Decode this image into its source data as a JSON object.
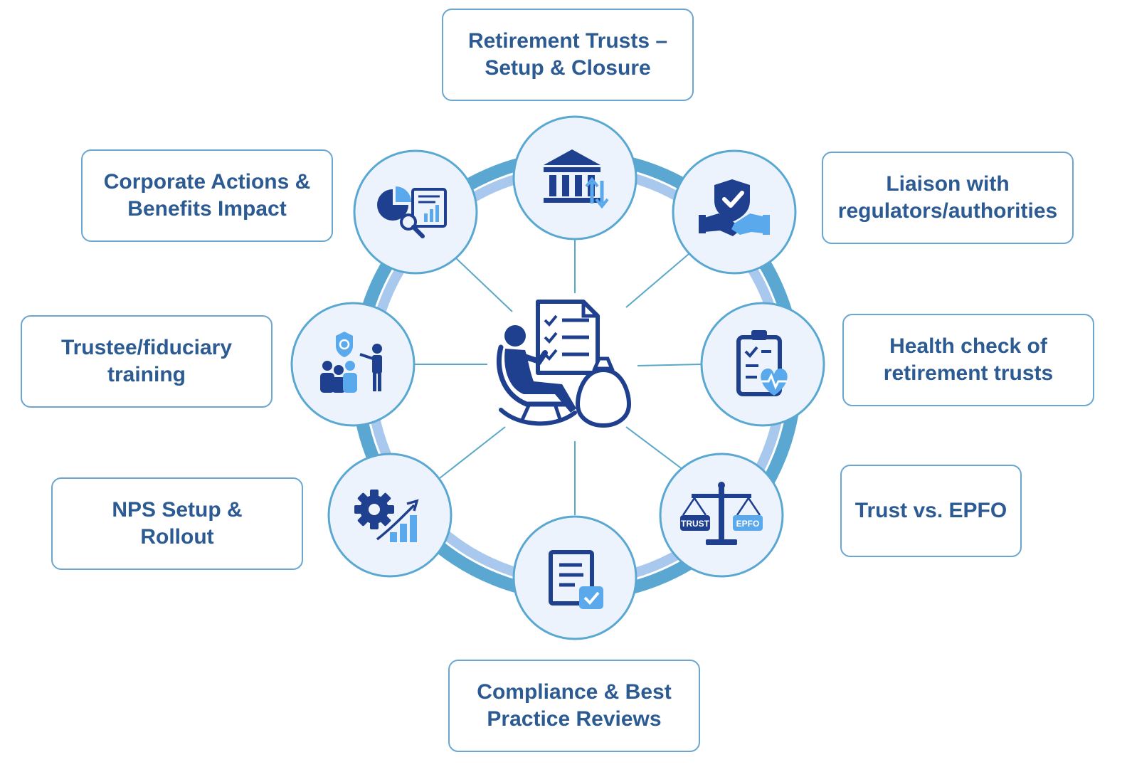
{
  "colors": {
    "ring_outer": "#5aa8d2",
    "ring_inner": "#a9c8ee",
    "node_fill": "#ecf3fd",
    "node_stroke": "#5aa8d2",
    "icon_dark": "#1f3f8f",
    "icon_light": "#5aa9ec",
    "label_text": "#2c5a92",
    "label_border": "#6aa6cf"
  },
  "center": {
    "icon": "retiree-checklist-icon"
  },
  "nodes": [
    {
      "id": "setup",
      "icon": "bank-building-icon",
      "label": [
        "Retirement Trusts –",
        "Setup & Closure"
      ]
    },
    {
      "id": "liaison",
      "icon": "shield-handshake-icon",
      "label": [
        "Liaison with",
        "regulators/authorities"
      ]
    },
    {
      "id": "health",
      "icon": "clipboard-heart-icon",
      "label": [
        "Health check of",
        "retirement trusts"
      ]
    },
    {
      "id": "trust-epfo",
      "icon": "balance-scale-icon",
      "label": [
        "Trust vs. EPFO"
      ],
      "scale_left": "TRUST",
      "scale_right": "EPFO"
    },
    {
      "id": "compliance",
      "icon": "document-check-icon",
      "label": [
        "Compliance & Best",
        "Practice Reviews"
      ]
    },
    {
      "id": "nps",
      "icon": "gear-growth-icon",
      "label": [
        "NPS Setup &",
        "Rollout"
      ]
    },
    {
      "id": "training",
      "icon": "team-training-icon",
      "label": [
        "Trustee/fiduciary",
        "training"
      ]
    },
    {
      "id": "corporate",
      "icon": "chart-analysis-icon",
      "label": [
        "Corporate Actions &",
        "Benefits Impact"
      ]
    }
  ]
}
